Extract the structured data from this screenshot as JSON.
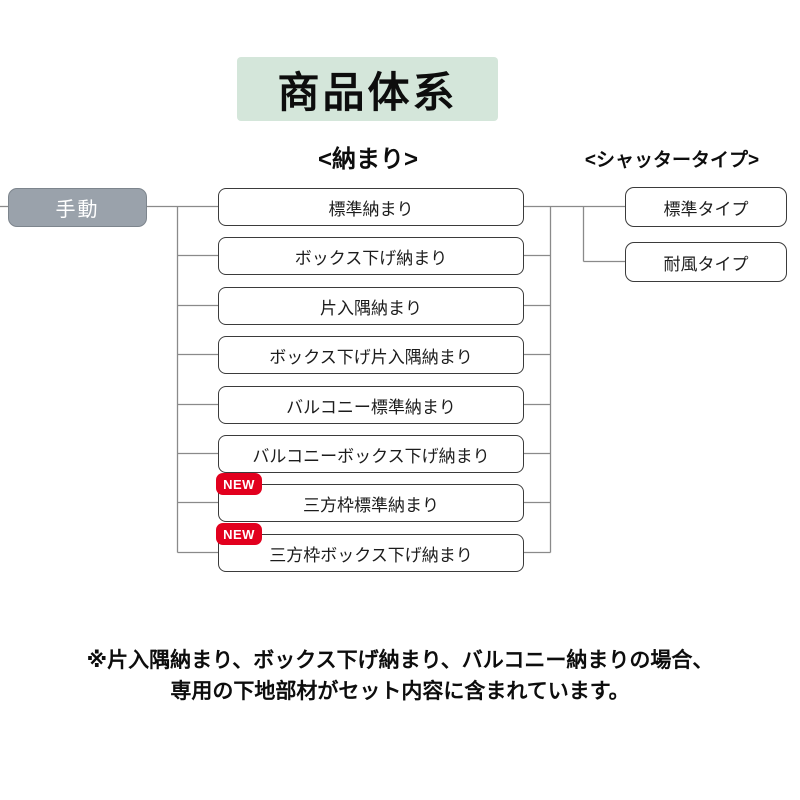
{
  "title": "商品体系",
  "headers": {
    "osamari": "<納まり>",
    "shutter_type": "<シャッタータイプ>"
  },
  "source_node": {
    "label": "手動"
  },
  "osamari_items": [
    {
      "label": "標準納まり",
      "new": false
    },
    {
      "label": "ボックス下げ納まり",
      "new": false
    },
    {
      "label": "片入隅納まり",
      "new": false
    },
    {
      "label": "ボックス下げ片入隅納まり",
      "new": false
    },
    {
      "label": "バルコニー標準納まり",
      "new": false
    },
    {
      "label": "バルコニーボックス下げ納まり",
      "new": false
    },
    {
      "label": "三方枠標準納まり",
      "new": true
    },
    {
      "label": "三方枠ボックス下げ納まり",
      "new": true
    }
  ],
  "shutter_types": [
    {
      "label": "標準タイプ"
    },
    {
      "label": "耐風タイプ"
    }
  ],
  "badge": {
    "new_label": "NEW"
  },
  "note": {
    "line1": "※片入隅納まり、ボックス下げ納まり、バルコニー納まりの場合、",
    "line2": "専用の下地部材がセット内容に含まれています。"
  },
  "colors": {
    "title_bg": "#d4e6da",
    "manual_bg": "#9aa2ab",
    "node_border": "#3b3b3b",
    "new_badge_bg": "#e2001e",
    "connector_line": "#8a8a8a",
    "manual_text": "#ffffff"
  }
}
